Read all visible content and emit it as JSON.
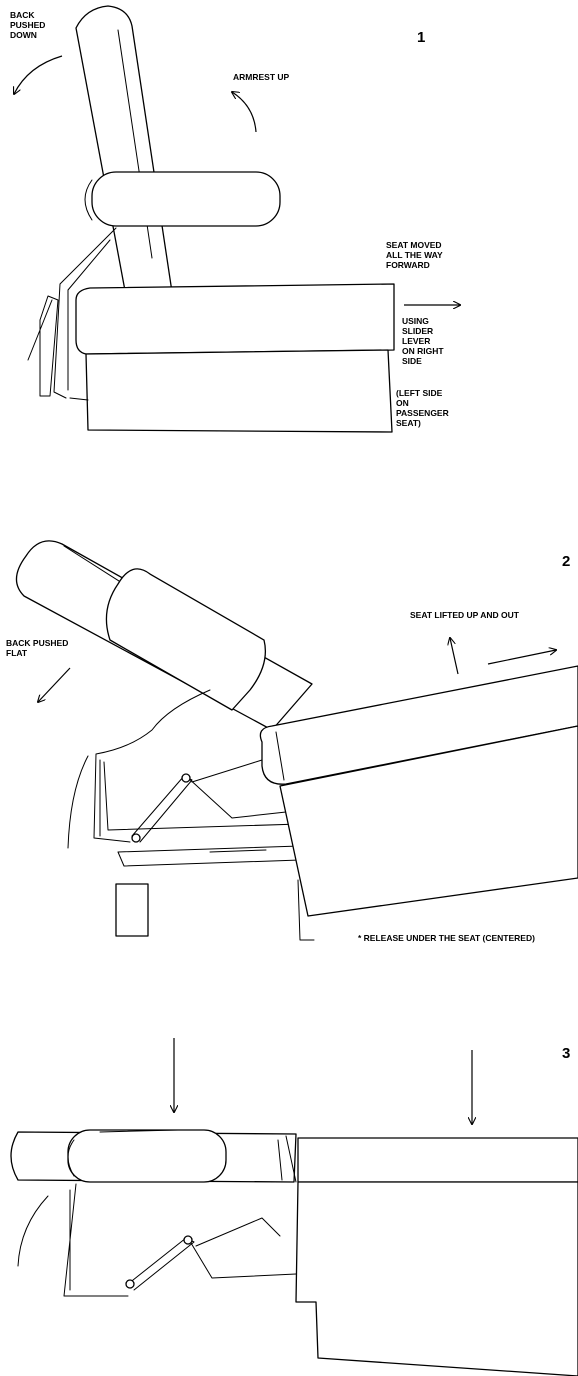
{
  "step1": {
    "number": "1",
    "back_label": [
      "BACK",
      "PUSHED",
      "DOWN"
    ],
    "armrest_label": "ARMREST UP",
    "seat_label": [
      "SEAT MOVED",
      "ALL THE WAY",
      "FORWARD"
    ],
    "slider_label": [
      "USING",
      "SLIDER",
      "LEVER",
      "ON RIGHT",
      "SIDE"
    ],
    "side_label": [
      "(LEFT SIDE",
      "ON",
      "PASSENGER",
      "SEAT)"
    ]
  },
  "step2": {
    "number": "2",
    "back_label": [
      "BACK PUSHED",
      "FLAT"
    ],
    "seat_label": "SEAT LIFTED UP AND OUT",
    "release_label": "* RELEASE UNDER THE SEAT (CENTERED)"
  },
  "step3": {
    "number": "3"
  },
  "colors": {
    "ink": "#000000",
    "paper": "#ffffff"
  }
}
